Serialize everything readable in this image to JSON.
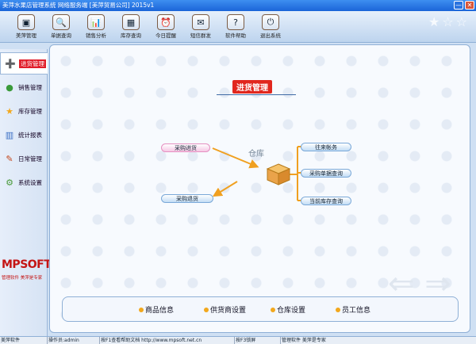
{
  "window": {
    "title": "美萍水果店管理系统 网络服务端 [美萍贸易公司] 2015v1",
    "min": "—",
    "close": "✕"
  },
  "toolbar": [
    {
      "label": "美萍管理",
      "icon": "app-icon",
      "glyph": "▣"
    },
    {
      "label": "单据查询",
      "icon": "search-doc-icon",
      "glyph": "🔍"
    },
    {
      "label": "销售分析",
      "icon": "chart-icon",
      "glyph": "📊"
    },
    {
      "label": "库存查询",
      "icon": "warehouse-icon",
      "glyph": "▦"
    },
    {
      "label": "今日提醒",
      "icon": "alarm-icon",
      "glyph": "⏰"
    },
    {
      "label": "短信群发",
      "icon": "mail-icon",
      "glyph": "✉"
    },
    {
      "label": "软件帮助",
      "icon": "help-icon",
      "glyph": "?"
    },
    {
      "label": "退出系统",
      "icon": "exit-icon",
      "glyph": "⏻"
    }
  ],
  "sidebar": {
    "items": [
      {
        "label": "进货管理",
        "icon": "purchase-icon",
        "glyph": "➕",
        "active": true
      },
      {
        "label": "销售管理",
        "icon": "sales-icon",
        "glyph": "●"
      },
      {
        "label": "库存管理",
        "icon": "inventory-icon",
        "glyph": "★"
      },
      {
        "label": "统计报表",
        "icon": "report-icon",
        "glyph": "▥"
      },
      {
        "label": "日常管理",
        "icon": "daily-icon",
        "glyph": "✎"
      },
      {
        "label": "系统设置",
        "icon": "settings-icon",
        "glyph": "⚙"
      }
    ],
    "brand": {
      "logo": "MPSOFT",
      "slogan": "管理软件 美萍是专家"
    }
  },
  "main": {
    "title": "进货管理",
    "warehouse_label": "仓库",
    "left_actions": [
      "采购进货",
      "采购退货"
    ],
    "right_actions": [
      "往来帐务",
      "采购单据查询",
      "当前库存查询"
    ]
  },
  "quick_links": [
    "商品信息",
    "供货商设置",
    "仓库设置",
    "员工信息"
  ],
  "status": [
    "美萍软件",
    "操作员:admin",
    "按F1查看帮助文档 http://www.mpsoft.net.cn",
    "按F3锁屏",
    "管理软件 美萍是专家"
  ],
  "colors": {
    "accent": "#e1271e",
    "title_bar": "#1b64d8",
    "brand": "#c41414"
  }
}
